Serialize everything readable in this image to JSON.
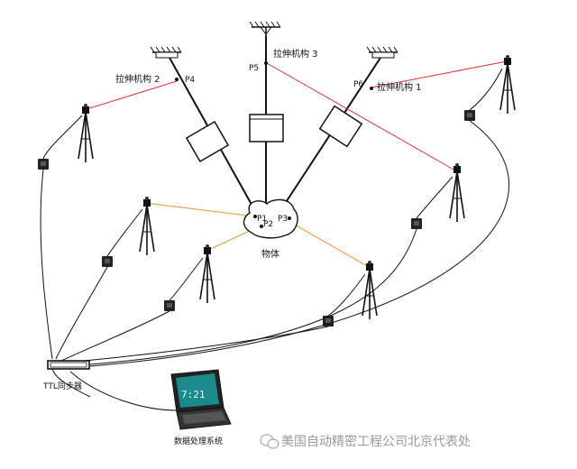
{
  "labels": {
    "mech1": "拉伸机构 1",
    "mech2": "拉伸机构 2",
    "mech3": "拉伸机构 3",
    "p1": "P1",
    "p2": "P2",
    "p3": "P3",
    "p4": "P4",
    "p5": "P5",
    "p6": "P6",
    "object": "物体",
    "sync": "TTL同步器",
    "processing": "数据处理系统",
    "watermark": "美国自动精密工程公司北京代表处"
  },
  "colors": {
    "red_link": "#e03030",
    "orange_link": "#f0a050",
    "ink": "#111111",
    "screen": "#1a8a8a"
  }
}
